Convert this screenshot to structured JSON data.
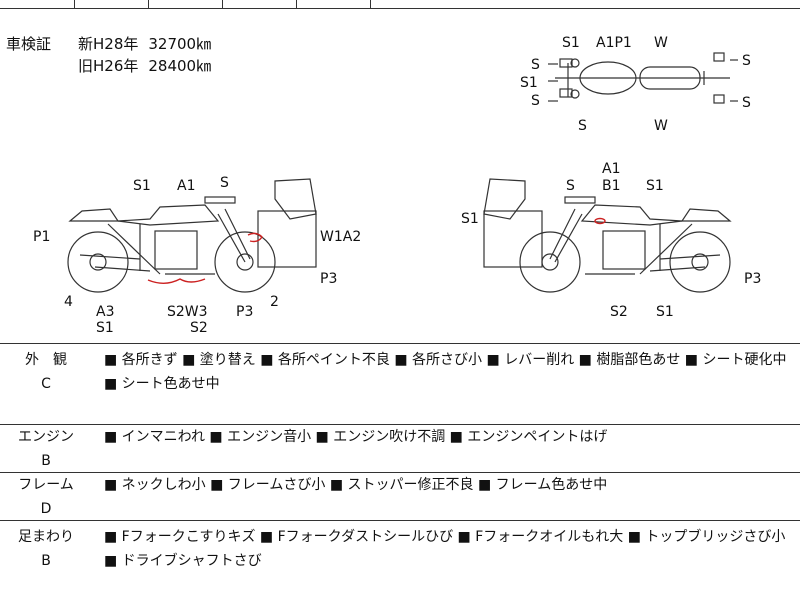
{
  "shaken": {
    "label": "車検証",
    "new_line": {
      "era": "新H28年",
      "km": "32700㎞"
    },
    "old_line": {
      "era": "旧H26年",
      "km": "28400㎞"
    }
  },
  "top_view_labels": {
    "s_left_1": "S",
    "s_left_2": "S1",
    "s_left_3": "S",
    "s1_top": "S1",
    "a1p1_top": "A1P1",
    "w_top": "W",
    "s_right_1": "S",
    "s_right_2": "S",
    "s_bottom": "S",
    "w_bottom": "W"
  },
  "left_view_labels": {
    "s1": "S1",
    "a1": "A1",
    "s": "S",
    "p1": "P1",
    "w1a2": "W1A2",
    "p3_right": "P3",
    "num_4": "4",
    "a3": "A3",
    "s1_bottom": "S1",
    "s2w3": "S2W3",
    "s2": "S2",
    "p3_bottom": "P3",
    "num_2": "2"
  },
  "right_view_labels": {
    "a1": "A1",
    "s": "S",
    "b1": "B1",
    "s1_right": "S1",
    "s1_left": "S1",
    "p3": "P3",
    "s2": "S2",
    "s1_bottom": "S1"
  },
  "sections": [
    {
      "name": "外　観",
      "grade": "C",
      "items": "■ 各所きず ■ 塗り替え ■ 各所ペイント不良 ■ 各所さび小 ■ レバー削れ ■ 樹脂部色あせ ■ シート硬化中 ■ シート色あせ中"
    },
    {
      "name": "エンジン",
      "grade": "B",
      "items": "■ インマニわれ ■ エンジン音小 ■ エンジン吹け不調 ■ エンジンペイントはげ"
    },
    {
      "name": "フレーム",
      "grade": "D",
      "items": "■ ネックしわ小 ■ フレームさび小 ■ ストッパー修正不良 ■ フレーム色あせ中"
    },
    {
      "name": "足まわり",
      "grade": "B",
      "items": "■ Fフォークこすりキズ ■ Fフォークダストシールひび ■ Fフォークオイルもれ大 ■ トップブリッジさび小 ■ ドライブシャフトさび"
    }
  ],
  "colors": {
    "line": "#333333",
    "damage_mark": "#cc2222"
  }
}
